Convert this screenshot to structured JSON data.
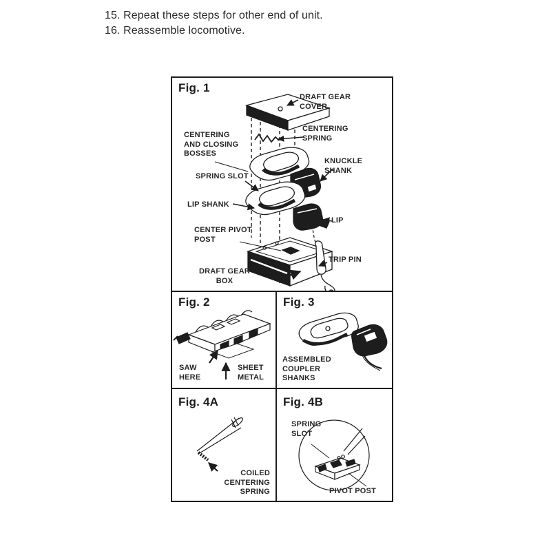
{
  "steps": {
    "step15": "15. Repeat these steps for other end of unit.",
    "step16": "16. Reassemble locomotive."
  },
  "panel": {
    "fig1": {
      "title": "Fig. 1",
      "labels": {
        "draft_gear_cover": "DRAFT GEAR\nCOVER",
        "centering_spring": "CENTERING\nSPRING",
        "centering_closing_bosses": "CENTERING\nAND CLOSING\nBOSSES",
        "spring_slot": "SPRING SLOT",
        "knuckle_shank": "KNUCKLE\nSHANK",
        "lip_shank": "LIP SHANK",
        "lip": "LIP",
        "center_pivot_post": "CENTER PIVOT\nPOST",
        "trip_pin": "TRIP PIN",
        "draft_gear_box": "DRAFT GEAR\nBOX"
      }
    },
    "fig2": {
      "title": "Fig. 2",
      "labels": {
        "saw_here": "SAW\nHERE",
        "sheet_metal": "SHEET\nMETAL"
      }
    },
    "fig3": {
      "title": "Fig. 3",
      "labels": {
        "assembled_coupler_shanks": "ASSEMBLED\nCOUPLER\nSHANKS"
      }
    },
    "fig4a": {
      "title": "Fig. 4A",
      "labels": {
        "coiled_centering_spring": "COILED\nCENTERING\nSPRING"
      }
    },
    "fig4b": {
      "title": "Fig. 4B",
      "labels": {
        "spring_slot": "SPRING\nSLOT",
        "pivot_post": "PIVOT POST"
      }
    }
  },
  "colors": {
    "ink": "#1d1d1d",
    "background": "#ffffff"
  }
}
